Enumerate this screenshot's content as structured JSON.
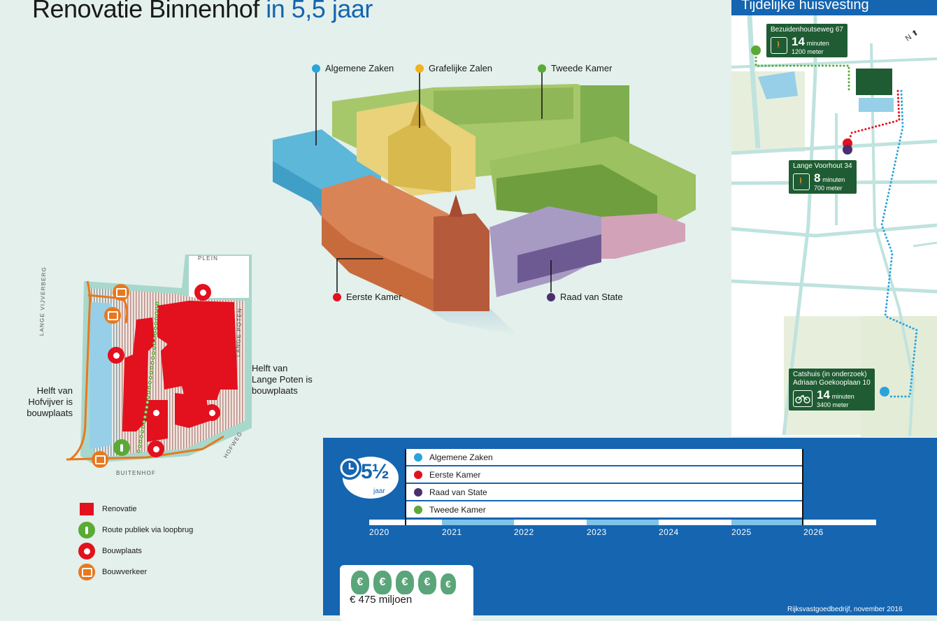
{
  "header": {
    "title_main": "Renovatie Binnenhof",
    "title_sub": "in 5,5 jaar"
  },
  "colors": {
    "algemene_zaken": "#2aa3dd",
    "eerste_kamer": "#e3101e",
    "raad_van_state": "#4a2f6e",
    "tweede_kamer": "#5aaa35",
    "grafelijke_zalen": "#f2b21c",
    "accent_blue": "#1565b0",
    "map_green": "#1f5c33",
    "orange": "#e8781d"
  },
  "buildings": {
    "algemene_zaken": "Algemene Zaken",
    "grafelijke_zalen": "Grafelijke Zalen",
    "tweede_kamer": "Tweede Kamer",
    "eerste_kamer": "Eerste Kamer",
    "raad_van_state": "Raad van State"
  },
  "site_plan": {
    "streets": {
      "plein": "PLEIN",
      "lange_vijverberg": "LANGE VIJVERBERG",
      "lange_poten": "LANGE POTEN",
      "hofweg": "HOFWEG",
      "buitenhof": "BUITENHOF"
    },
    "notes": {
      "hofvijver": [
        "Helft van",
        "Hofvijver is",
        "bouwplaats"
      ],
      "lange_poten": [
        "Helft van",
        "Lange Poten is",
        "bouwplaats"
      ]
    }
  },
  "legend": [
    {
      "label": "Renovatie",
      "icon": "renovation-square",
      "color": "#e3101e"
    },
    {
      "label": "Route publiek via loopbrug",
      "icon": "pedestrian-icon",
      "color": "#5aaa35"
    },
    {
      "label": "Bouwplaats",
      "icon": "worker-icon",
      "color": "#e3101e"
    },
    {
      "label": "Bouwverkeer",
      "icon": "truck-icon",
      "color": "#e8781d"
    }
  ],
  "temp_housing": {
    "title": "Tijdelijke huisvesting",
    "locations": [
      {
        "name": "Bezuidenhoutseweg 67",
        "minutes": "14",
        "minutes_label": "minuten",
        "distance": "1200 meter",
        "mode": "walk-icon"
      },
      {
        "name": "Lange Voorhout 34",
        "minutes": "8",
        "minutes_label": "minuten",
        "distance": "700 meter",
        "mode": "walk-icon"
      },
      {
        "name_line1": "Catshuis (in onderzoek)",
        "name_line2": "Adriaan Goekooplaan 10",
        "minutes": "14",
        "minutes_label": "minuten",
        "distance": "3400 meter",
        "mode": "bicycle-icon"
      }
    ]
  },
  "timeline": {
    "duration": "5½",
    "duration_unit": "jaar",
    "rows": [
      "Algemene Zaken",
      "Eerste Kamer",
      "Raad van State",
      "Tweede Kamer"
    ],
    "years": [
      "2020",
      "2021",
      "2022",
      "2023",
      "2024",
      "2025",
      "2026"
    ]
  },
  "budget": {
    "amount": "€ 475 miljoen",
    "bag_symbol": "€"
  },
  "credit": "Rijksvastgoedbedrijf, november 2016"
}
